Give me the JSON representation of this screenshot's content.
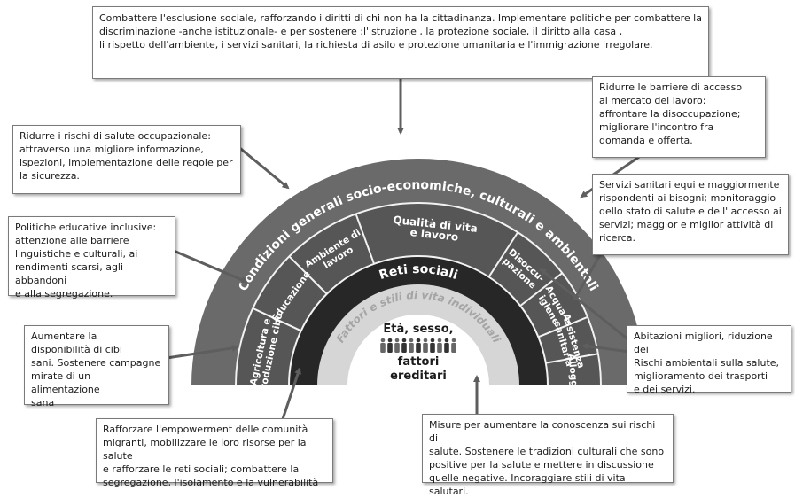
{
  "colors": {
    "outer_band": "#6a6a6a",
    "second_band": "#565656",
    "dark_band": "#272727",
    "light_band": "#d6d6d6",
    "divider": "#f2f2f2",
    "arrow": "#5e5e5e",
    "box_border": "#7a7a7a"
  },
  "diagram": {
    "outer_label": "Condizioni generali socio-economiche, culturali e ambientali",
    "sectors": [
      {
        "label": "Agricoltura e produzione cibo"
      },
      {
        "label": "Educazione"
      },
      {
        "label": "Ambiente di lavoro"
      },
      {
        "label": "Qualità di vita e lavoro"
      },
      {
        "label": "Disoccu- pazione"
      },
      {
        "label": "Acqua e igiene"
      },
      {
        "label": "Assistenza sanitaria"
      },
      {
        "label": "Alloggi"
      }
    ],
    "social_networks_label": "Reti sociali",
    "individual_label": "Fattori e stili di vita individuali",
    "center_top": "Età, sesso,",
    "center_bottom1": "fattori",
    "center_bottom2": "ereditari",
    "people_icon": "crowd-of-people-icon"
  },
  "boxes": {
    "top": "Combattere l'esclusione sociale, rafforzando i diritti di chi non ha la cittadinanza.  Implementare politiche per combattere la\ndiscriminazione -anche istituzionale- e per  sostenere :l'istruzione , la protezione sociale, il diritto alla casa ,\nli rispetto dell'ambiente,  i servizi sanitari, la richiesta di asilo e protezione umanitaria  e l'immigrazione irregolare.",
    "occupational": "Ridurre i rischi di salute occupazionale:\nattraverso una migliore informazione,\nispezioni, implementazione  delle regole per\nla sicurezza.",
    "education": "Politiche educative inclusive:\nattenzione alle barriere\nlinguistiche e culturali, ai\nrendimenti scarsi, agli abbandoni\ne alla segregazione.",
    "food": "Aumentare  la\ndisponibilità di cibi\nsani.  Sostenere campagne\nmirate di un alimentazione\nsana",
    "empowerment": "Rafforzare l'empowerment  delle comunità\nmigranti, mobilizzare le loro risorse  per la salute\ne rafforzare le reti sociali;  combattere la\nsegregazione, l'isolamento  e la vulnerabilità",
    "labour": "Ridurre le barriere di accesso\nal mercato del lavoro:\naffrontare la disoccupazione;\nmigliorare l'incontro  fra\ndomanda e offerta.",
    "health": "Servizi sanitari equi e  maggiormente\n rispondenti  ai bisogni; monitoraggio\ndello stato di salute e dell'  accesso ai\nservizi; maggior e miglior attività di\nricerca.",
    "housing": "Abitazioni migliori, riduzione dei\nRischi ambientali sulla salute,\nmiglioramento dei trasporti\ne dei servizi.",
    "knowledge": "Misure per aumentare la conoscenza sui rischi di\nsalute. Sostenere le tradizioni culturali che sono\npositive per la salute e mettere in discussione\nquelle negative.  Incoraggiare stili di vita salutari."
  }
}
